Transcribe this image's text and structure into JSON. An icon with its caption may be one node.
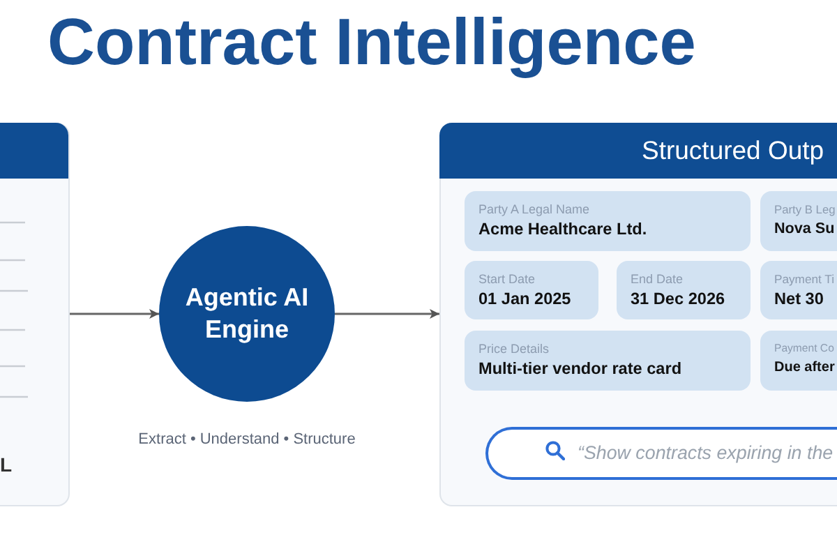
{
  "diagram": {
    "title": "Contract Intelligence",
    "nodes": [
      {
        "text": [
          "L"
        ]
      },
      {
        "text": [
          "Agentic AI Engine"
        ],
        "beside": [
          "Extract • Understand • Structure"
        ]
      },
      {
        "text": [
          "Structured Outp"
        ]
      },
      {
        "text": [
          "Party A Legal Name",
          "Acme Healthcare Ltd."
        ],
        "in": 2
      },
      {
        "text": [
          "Party B Leg",
          "Nova Su"
        ],
        "in": 2
      },
      {
        "text": [
          "Start Date",
          "01 Jan 2025"
        ],
        "in": 2
      },
      {
        "text": [
          "End Date",
          "31 Dec 2026"
        ],
        "in": 2
      },
      {
        "text": [
          "Payment Ti",
          "Net 30"
        ],
        "in": 2
      },
      {
        "text": [
          "Price Details",
          "Multi-tier vendor rate card"
        ],
        "in": 2
      },
      {
        "text": [
          "Payment Co",
          "Due after"
        ],
        "in": 2
      },
      {
        "text": [
          "“Show contracts expiring in the"
        ],
        "in": 2
      }
    ],
    "edges": [
      {
        "from": 0,
        "to": 1,
        "arrow": "to"
      },
      {
        "from": 1,
        "to": 2,
        "arrow": "to"
      }
    ]
  }
}
